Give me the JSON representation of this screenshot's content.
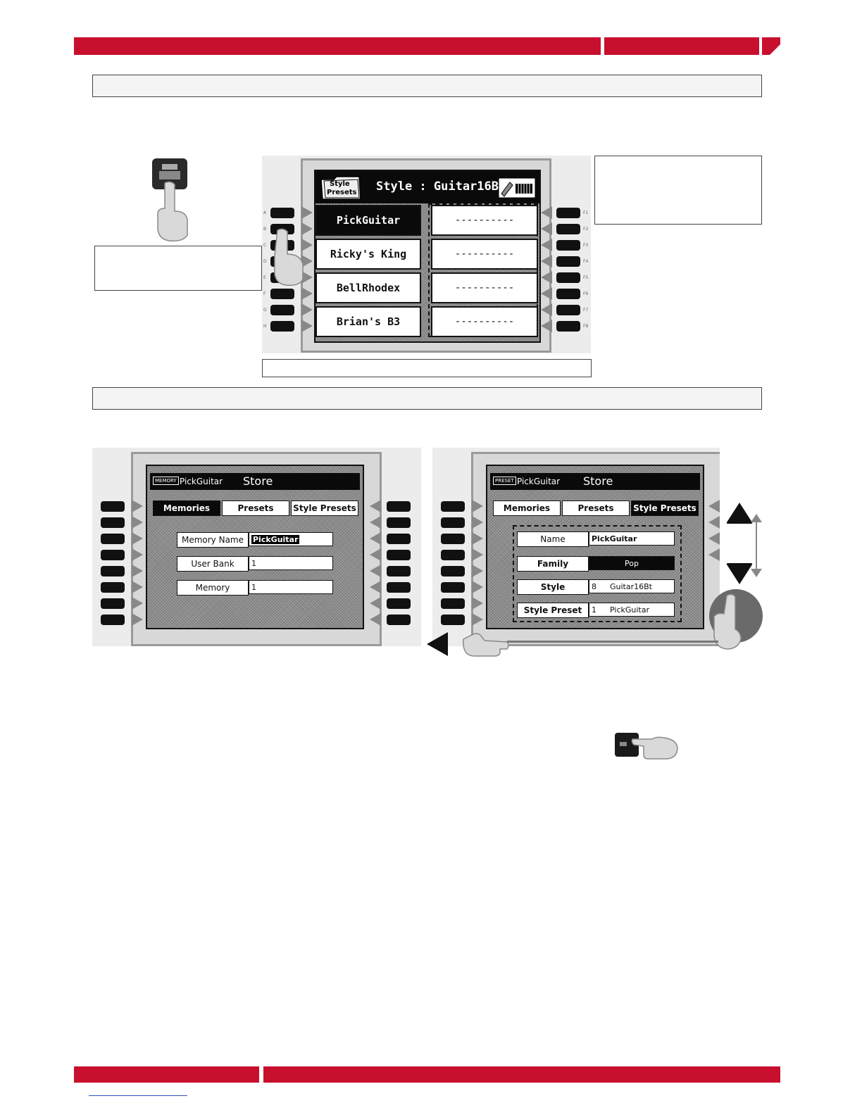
{
  "colors": {
    "accent_red": "#c8102e",
    "lcd_black": "#0a0a0a",
    "lcd_grey": "#8d8d8d"
  },
  "style_presets_screen": {
    "folder_label_line1": "Style",
    "folder_label_line2": "Presets",
    "title": "Style : Guitar16Bt",
    "left_column": [
      "PickGuitar",
      "Ricky's King",
      "BellRhodex",
      "Brian's B3"
    ],
    "right_column": [
      "----------",
      "----------",
      "----------",
      "----------"
    ],
    "selected_index": 0,
    "left_button_labels": [
      "A",
      "B",
      "C",
      "D",
      "E",
      "F",
      "G",
      "H"
    ],
    "right_button_labels": [
      "F1",
      "F2",
      "F3",
      "F4",
      "F5",
      "F6",
      "F7",
      "F8"
    ],
    "icons": [
      "style-presets-folder-icon",
      "keyboard-icon",
      "hand-pointer-icon",
      "style-button-icon"
    ]
  },
  "store_memory_screen": {
    "badge": "MEMORY",
    "name": "PickGuitar",
    "title": "Store",
    "tabs": [
      "Memories",
      "Presets",
      "Style Presets"
    ],
    "active_tab": 0,
    "fields": [
      {
        "label": "Memory Name",
        "value": "PickGuitar"
      },
      {
        "label": "User Bank",
        "value": "1"
      },
      {
        "label": "Memory",
        "value": "1"
      }
    ]
  },
  "store_preset_screen": {
    "badge": "PRESET",
    "name": "PickGuitar",
    "title": "Store",
    "tabs": [
      "Memories",
      "Presets",
      "Style Presets"
    ],
    "active_tab": 2,
    "fields": [
      {
        "label": "Name",
        "value": "PickGuitar",
        "value2": ""
      },
      {
        "label": "Family",
        "value": "Pop",
        "value2": ""
      },
      {
        "label": "Style",
        "value": "8",
        "value2": "Guitar16Bt"
      },
      {
        "label": "Style Preset",
        "value": "1",
        "value2": "PickGuitar"
      }
    ],
    "icons": [
      "arrow-up-icon",
      "arrow-down-icon",
      "dial-icon",
      "arrow-left-icon",
      "hand-pointer-icon"
    ]
  },
  "icons": [
    "enter-button-icon",
    "hand-pointer-icon"
  ]
}
